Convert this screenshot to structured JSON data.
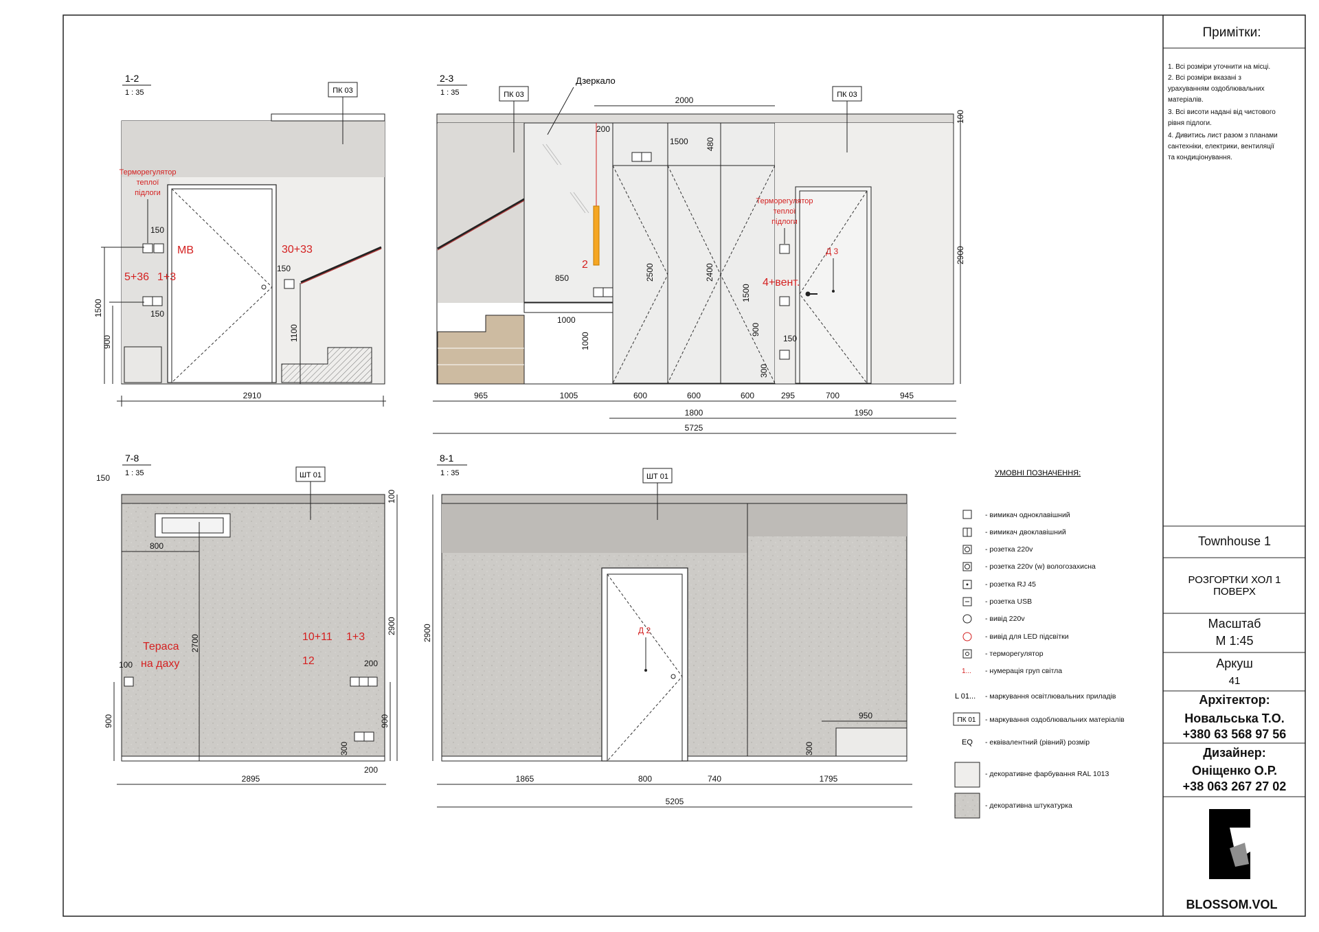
{
  "notes": {
    "title": "Примітки:",
    "items": [
      "1. Всі розміри уточнити на місці.",
      "2. Всі розміри вказані з",
      "урахуванням оздоблювальних",
      "матеріалів.",
      "3. Всі висоти надані від чистового",
      "рівня підлоги.",
      "4. Дивитись лист разом з планами",
      "сантехніки, електрики, вентиляції",
      "та кондиціонування."
    ]
  },
  "title_block": {
    "project": "Townhouse 1",
    "sheet_title_1": "РОЗГОРТКИ ХОЛ 1",
    "sheet_title_2": "ПОВЕРХ",
    "scale_label": "Масштаб",
    "scale_value": "М 1:45",
    "sheet_label": "Аркуш",
    "sheet_value": "41",
    "architect_label": "Архітектор:",
    "architect_name": "Новальська Т.О.",
    "architect_phone": "+380 63 568 97 56",
    "designer_label": "Дизайнер:",
    "designer_name": "Оніщенко О.Р.",
    "designer_phone": "+38 063 267 27 02",
    "brand": "BLOSSOM.VOL"
  },
  "legend": {
    "title": "УМОВНІ ПОЗНАЧЕННЯ:",
    "items": [
      "- вимикач одноклавішний",
      "- вимикач двоклавішний",
      "- розетка 220v",
      "- розетка 220v (w) вологозахисна",
      "- розетка RJ 45",
      "- розетка USB",
      "- вивід 220v",
      "- вивід для LED підсвітки",
      "- терморегулятор",
      "- нумерація груп світла",
      "- маркування освітлювальних приладів",
      "- маркування оздоблювальних матеріалів",
      "- еквівалентний (рівний) розмір",
      "- декоративне фарбування RAL 1013",
      "- декоративна штукатурка"
    ],
    "symbols": {
      "group_num": "1...",
      "lighting": "L 01...",
      "material": "ПК 01",
      "eq": "EQ"
    }
  },
  "views": {
    "v12": {
      "name": "1-2",
      "scale": "1 : 35",
      "material": "ПК 03",
      "thermo_1": "Терморегулятор",
      "thermo_2": "теплої",
      "thermo_3": "підлоги",
      "mv": "МВ",
      "g1": "5+36",
      "g2": "1+3",
      "g3": "30+33",
      "d150a": "150",
      "d150b": "150",
      "d150c": "150",
      "d1500": "1500",
      "d900": "900",
      "d1100": "1100",
      "d2910": "2910"
    },
    "v23": {
      "name": "2-3",
      "scale": "1 : 35",
      "material_l": "ПК 03",
      "material_r": "ПК 03",
      "mirror": "Дзеркало",
      "thermo_1": "Терморегулятор",
      "thermo_2": "теплої",
      "thermo_3": "підлоги",
      "g_2": "2",
      "g_4": "4+вент.",
      "door": "Д 3",
      "d2000": "2000",
      "d200": "200",
      "d1500": "1500",
      "d480": "480",
      "d850": "850",
      "d1000": "1000",
      "d1000v": "1000",
      "d2500": "2500",
      "d2400": "2400",
      "d1500v": "1500",
      "d900": "900",
      "d300": "300",
      "d150": "150",
      "d100": "100",
      "d2900": "2900",
      "b965": "965",
      "b1005": "1005",
      "b600a": "600",
      "b600b": "600",
      "b600c": "600",
      "b295": "295",
      "b700": "700",
      "b945": "945",
      "b1800": "1800",
      "b1950": "1950",
      "b5725": "5725"
    },
    "v78": {
      "name": "7-8",
      "scale": "1 : 35",
      "material": "ШТ 01",
      "terrace_1": "Тераса",
      "terrace_2": "на даху",
      "g10": "10+11",
      "g13": "1+3",
      "g12": "12",
      "d150": "150",
      "d800": "800",
      "d2700": "2700",
      "d100": "100",
      "d200": "200",
      "d900": "900",
      "d900r": "900",
      "d300": "300",
      "d2900": "2900",
      "d100t": "100",
      "d2895": "2895",
      "d200b": "200"
    },
    "v81": {
      "name": "8-1",
      "scale": "1 : 35",
      "material": "ШТ 01",
      "door": "Д 2",
      "d2900": "2900",
      "d950": "950",
      "d300": "300",
      "b1865": "1865",
      "b800": "800",
      "b740": "740",
      "b1795": "1795",
      "b5205": "5205"
    }
  },
  "colors": {
    "red": "#d42020",
    "paint": "#efeeec",
    "plaster": "#cfcdc9",
    "line": "#111111"
  }
}
